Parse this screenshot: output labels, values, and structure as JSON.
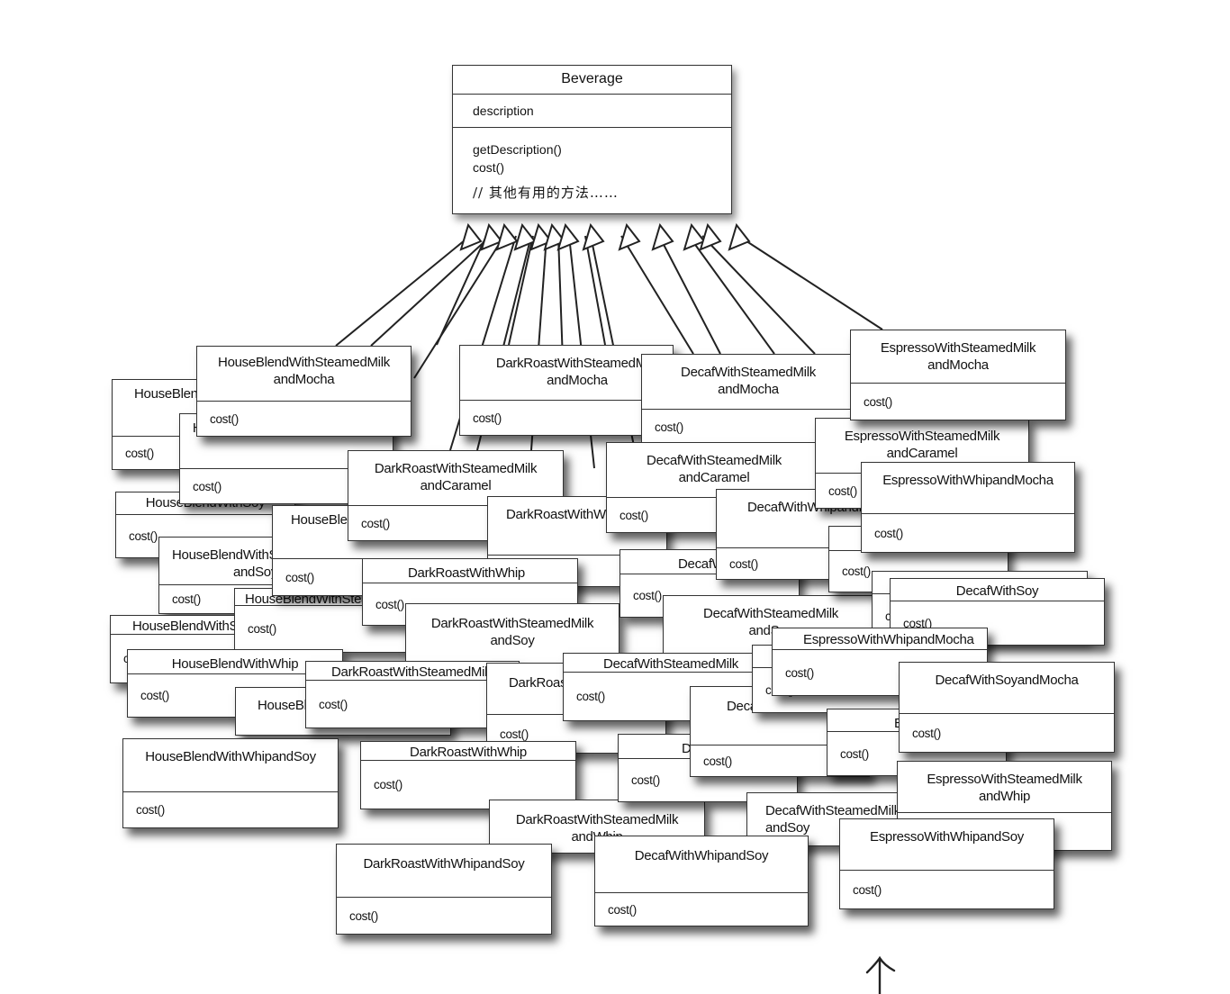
{
  "base_class": {
    "name": "Beverage",
    "attribute": "description",
    "methods": [
      "getDescription()",
      "cost()"
    ],
    "note": "// 其他有用的方法……"
  },
  "method_label": "cost()",
  "classes": [
    {
      "name": "HouseBlendWithSteamedMilk andMocha"
    },
    {
      "name": "HouseBlendWithWhipandMocha"
    },
    {
      "name": "HouseBlendWithSteamedMilk"
    },
    {
      "name": "HouseBlendWithSteamedMilk andSoy"
    },
    {
      "name": "HouseBlendWithSoy"
    },
    {
      "name": "HouseBlendWithWhip"
    },
    {
      "name": "HouseBlendWithWhipandSoy"
    },
    {
      "name": "DarkRoastWithSteamedMilk andMocha"
    },
    {
      "name": "DarkRoastWithSteamedMilk andCaramel"
    },
    {
      "name": "DarkRoastWithWhipandMocha"
    },
    {
      "name": "DarkRoastWithSteamedMilk andSoy"
    },
    {
      "name": "DarkRoastWithSteamedMilk"
    },
    {
      "name": "DarkRoastWithWhip"
    },
    {
      "name": "DarkRoastWithSteamedMilk andWhip"
    },
    {
      "name": "DarkRoastWithWhipandSoy"
    },
    {
      "name": "DecafWithSteamedMilk andMocha"
    },
    {
      "name": "DecafWithSteamedMilk andCaramel"
    },
    {
      "name": "DecafWithWhipandMocha"
    },
    {
      "name": "DecafWithSteamedMilk andSoy"
    },
    {
      "name": "DecafWithSteamedMilk"
    },
    {
      "name": "DecafWithWhipandSoy"
    },
    {
      "name": "DecafWithSoy"
    },
    {
      "name": "DecafWithSoyandMocha"
    },
    {
      "name": "EspressoWithSteamedMilk andMocha"
    },
    {
      "name": "EspressoWithSteamedMilk andCaramel"
    },
    {
      "name": "EspressoWithWhipandMocha"
    },
    {
      "name": "EspressoWithSteamedMilk andWhip"
    },
    {
      "name": "EspressoWithWhipandSoy"
    }
  ]
}
